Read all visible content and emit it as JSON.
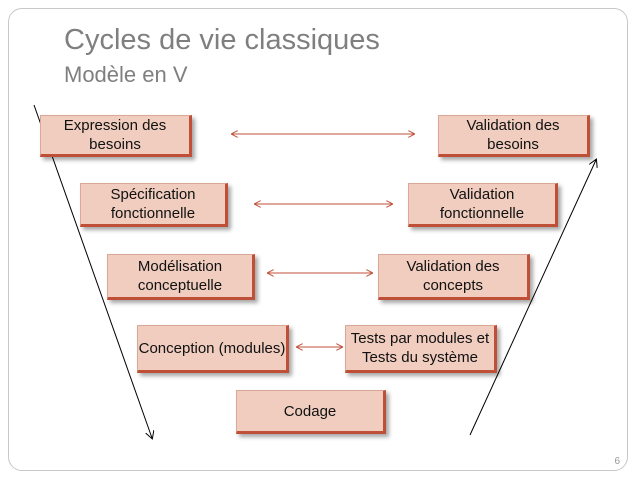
{
  "title": "Cycles de vie classiques",
  "subtitle": "Modèle en V",
  "left_boxes": [
    "Expression des besoins",
    "Spécification fonctionnelle",
    "Modélisation conceptuelle",
    "Conception (modules)"
  ],
  "right_boxes": [
    "Validation des besoins",
    "Validation fonctionnelle",
    "Validation des concepts",
    "Tests par modules et Tests du système"
  ],
  "bottom_box": "Codage",
  "page_number": "6",
  "colors": {
    "box_fill": "#f0cdbf",
    "box_border": "#c04f38",
    "arrow": "#c04f38",
    "title": "#7f7f7f",
    "v_lines": "#000000"
  }
}
